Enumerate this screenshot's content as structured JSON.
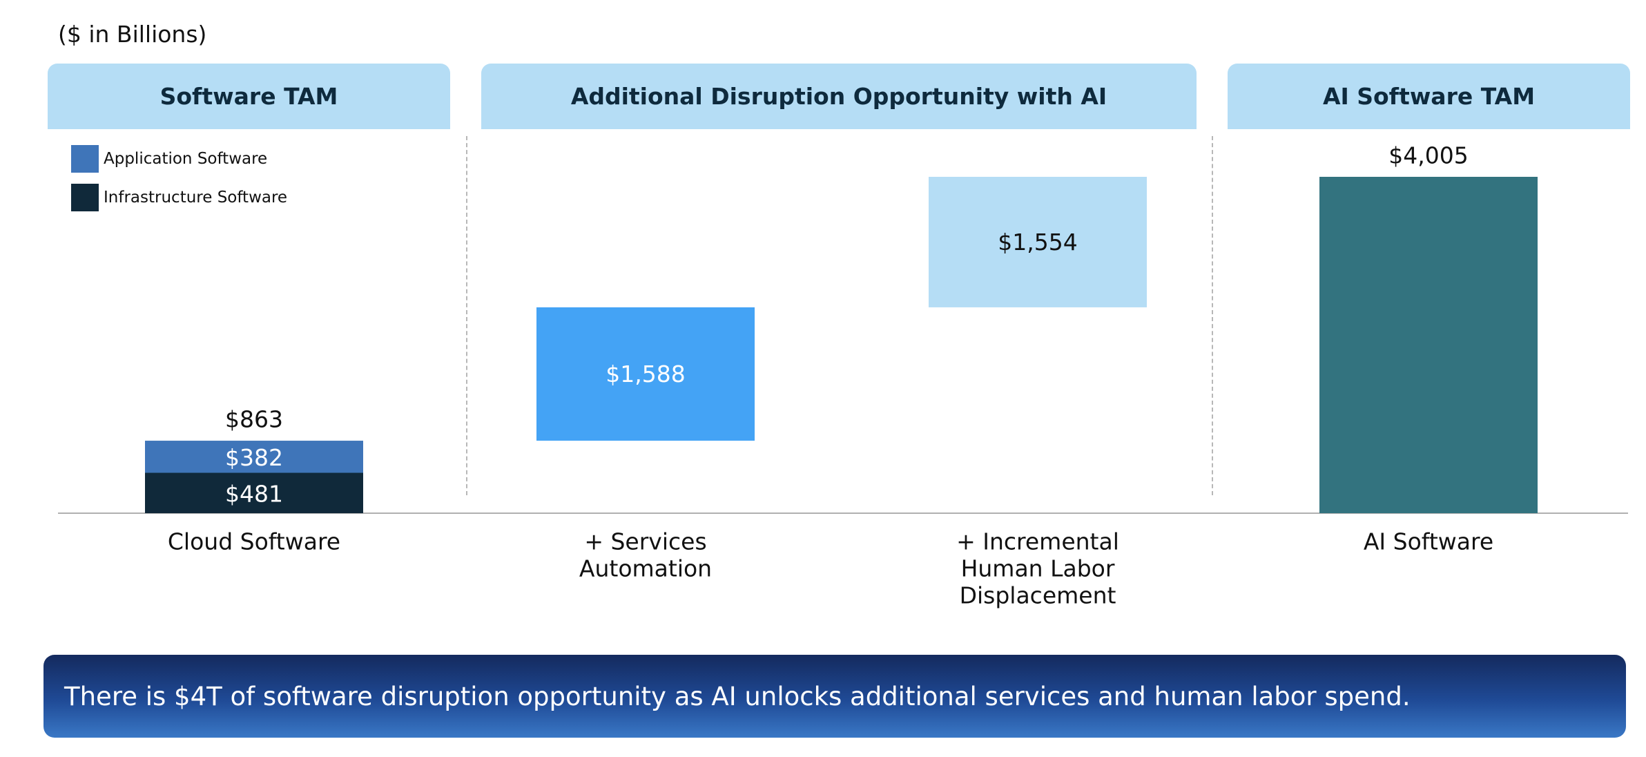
{
  "units_note": "($ in Billions)",
  "section_headers": {
    "software_tam": "Software TAM",
    "disruption": "Additional Disruption Opportunity with AI",
    "ai_tam": "AI Software TAM"
  },
  "legend": [
    {
      "label": "Application Software",
      "color": "#3f75b9"
    },
    {
      "label": "Infrastructure Software",
      "color": "#10293a"
    }
  ],
  "chart_data": {
    "type": "bar",
    "subtype": "waterfall",
    "categories": [
      [
        "Cloud Software"
      ],
      [
        "+ Services",
        "Automation"
      ],
      [
        "+ Incremental",
        "Human Labor",
        "Displacement"
      ],
      [
        "AI Software"
      ]
    ],
    "bars": [
      {
        "stack": [
          {
            "series": "Infrastructure Software",
            "value": 481,
            "label": "$481",
            "color": "#10293a"
          },
          {
            "series": "Application Software",
            "value": 382,
            "label": "$382",
            "color": "#3f75b9"
          }
        ],
        "total": 863,
        "total_label": "$863"
      },
      {
        "base": 863,
        "value": 1588,
        "label": "$1,588",
        "color": "#44a3f5"
      },
      {
        "base": 2451,
        "value": 1554,
        "label": "$1,554",
        "color": "#b5ddf5"
      },
      {
        "base": 0,
        "value": 4005,
        "label": "$4,005",
        "color": "#33737f"
      }
    ],
    "ylim": [
      0,
      4005
    ],
    "grid": false
  },
  "callout": "There is $4T of software disruption opportunity as AI unlocks additional services and human labor spend."
}
